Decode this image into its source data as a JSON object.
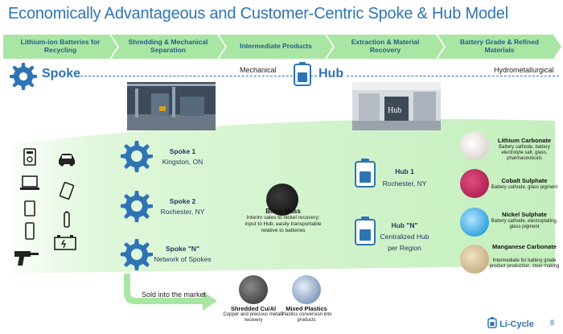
{
  "title": "Economically Advantageous and Customer-Centric Spoke & Hub Model",
  "chevrons": [
    "Lithium-ion Batteries for Recycling",
    "Shredding & Mechanical Separation",
    "Intermediate Products",
    "Extraction & Material Recovery",
    "Battery Grade & Refined Materials"
  ],
  "row": {
    "spoke_label": "Spoke",
    "mechanical_label": "Mechanical",
    "hub_label": "Hub",
    "hydro_label": "Hydrometallurgical"
  },
  "spokes": [
    {
      "name": "Spoke 1",
      "location": "Kingston, ON"
    },
    {
      "name": "Spoke 2",
      "location": "Rochester, NY"
    },
    {
      "name": "Spoke \"N\"",
      "location": "Network of Spokes"
    }
  ],
  "black_mass": {
    "title": "Black Mass",
    "desc": "Interim sales to nickel recovery; input to Hub, easily transportable relative to batteries"
  },
  "hubs": [
    {
      "name": "Hub 1",
      "location": "Rochester, NY"
    },
    {
      "name": "Hub \"N\"",
      "location_line1": "Centralized Hub",
      "location_line2": "per Region"
    }
  ],
  "products": [
    {
      "title": "Lithium Carbonate",
      "desc": "Battery cathode, battery electrolyte salt, glass, pharmaceuticals",
      "color": "#e8e2dc"
    },
    {
      "title": "Cobalt Sulphate",
      "desc": "Battery cathode, glass pigment",
      "color": "#c2185b"
    },
    {
      "title": "Nickel Sulphate",
      "desc": "Battery cathode, electroplating, glass pigment",
      "color": "#29b6f6"
    },
    {
      "title": "Manganese Carbonate",
      "desc": "Intermediate for battery grade product production, steel making",
      "color": "#d7c49e"
    }
  ],
  "market_label": "Sold into the market",
  "bottom_products": [
    {
      "title": "Shredded Cu/Al",
      "desc": "Copper and precious metals recovery"
    },
    {
      "title": "Mixed Plastics",
      "desc": "Plastics conversion into products"
    }
  ],
  "logo_text": "Li-Cycle",
  "page_number": "8",
  "colors": {
    "accent": "#2e74b5",
    "chevron": "#a9e6a3",
    "band": "#d8f5d2"
  }
}
